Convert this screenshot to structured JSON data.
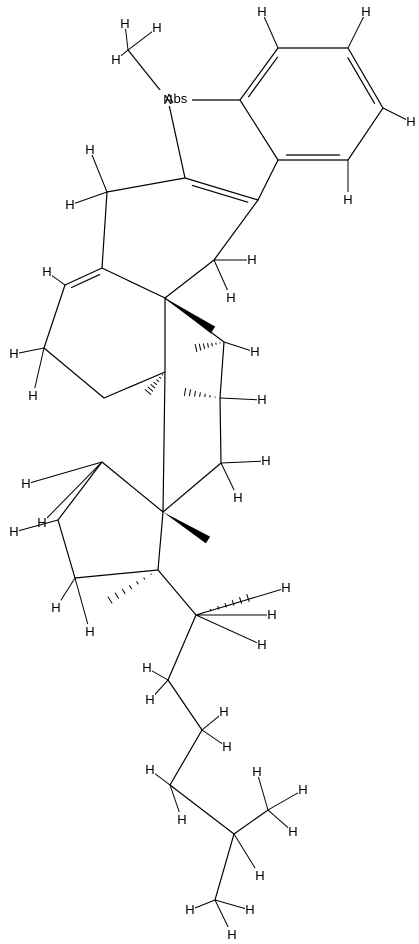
{
  "atom_labels": {
    "N": "N",
    "Abs": "Abs",
    "H": "H"
  }
}
